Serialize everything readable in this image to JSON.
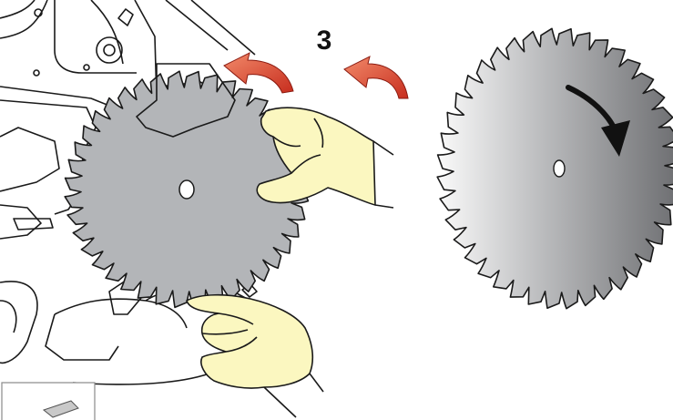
{
  "step": {
    "number": "3"
  },
  "colors": {
    "blade_gray": "#b3b5b8",
    "glove_yellow": "#fbf7c0",
    "arrow_red": "#e0452e",
    "arrow_dark": "#111111",
    "outline": "#1a1a1a"
  },
  "icons": {
    "rotate_arrows": "curved-arrow-red",
    "direction_arrow": "curved-arrow-black"
  }
}
